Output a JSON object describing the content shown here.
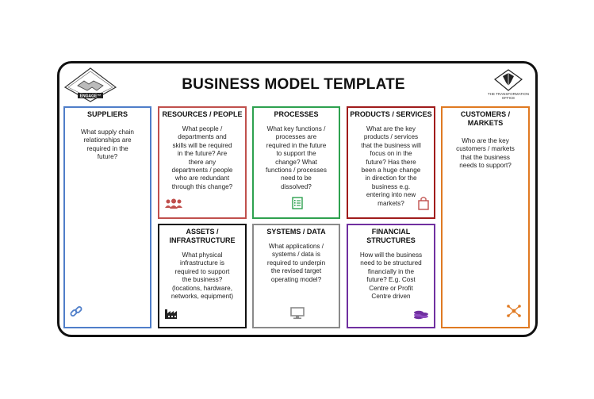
{
  "title": "BUSINESS MODEL TEMPLATE",
  "logos": {
    "left_text": "ENGAGE™",
    "right_text_1": "THE TRANSFORMATION",
    "right_text_2": "OFFICE"
  },
  "cards": {
    "suppliers": {
      "heading": "SUPPLIERS",
      "question": "What supply chain relationships are required in the future?",
      "icon": "chain-link-icon"
    },
    "resources": {
      "heading": "RESOURCES / PEOPLE",
      "question": "What people / departments and skills will be required in the future? Are there any departments / people who are redundant through this change?",
      "icon": "people-icon"
    },
    "processes": {
      "heading": "PROCESSES",
      "question": "What key functions / processes are required in the future to support the change? What functions / processes need to be dissolved?",
      "icon": "checklist-icon"
    },
    "products": {
      "heading": "PRODUCTS / SERVICES",
      "question": "What are the key products / services that the business will focus on in the future? Has there been a huge change in direction for the business e.g. entering into new markets?",
      "icon": "shopping-bag-icon"
    },
    "customers": {
      "heading_1": "CUSTOMERS /",
      "heading_2": "MARKETS",
      "question": "Who are the key customers / markets that the business needs to support?",
      "icon": "network-icon"
    },
    "assets": {
      "heading_1": "ASSETS /",
      "heading_2": "INFRASTRUCTURE",
      "question": "What physical infrastructure is required to support the business? (locations, hardware, networks, equipment)",
      "icon": "factory-icon"
    },
    "systems": {
      "heading": "SYSTEMS / DATA",
      "question": "What applications / systems / data is required to underpin the revised target operating model?",
      "icon": "monitor-icon"
    },
    "financial": {
      "heading_1": "FINANCIAL",
      "heading_2": "STRUCTURES",
      "question": "How will the business need to be structured financially in the future? E.g. Cost Centre or Profit Centre driven",
      "icon": "coins-icon"
    }
  },
  "colors": {
    "suppliers": "#4f7ec9",
    "resources": "#c0504d",
    "processes": "#2ea14f",
    "products": "#a01c1c",
    "customers": "#e07a22",
    "assets": "#111111",
    "systems": "#8a8a8a",
    "financial": "#7030a0"
  }
}
